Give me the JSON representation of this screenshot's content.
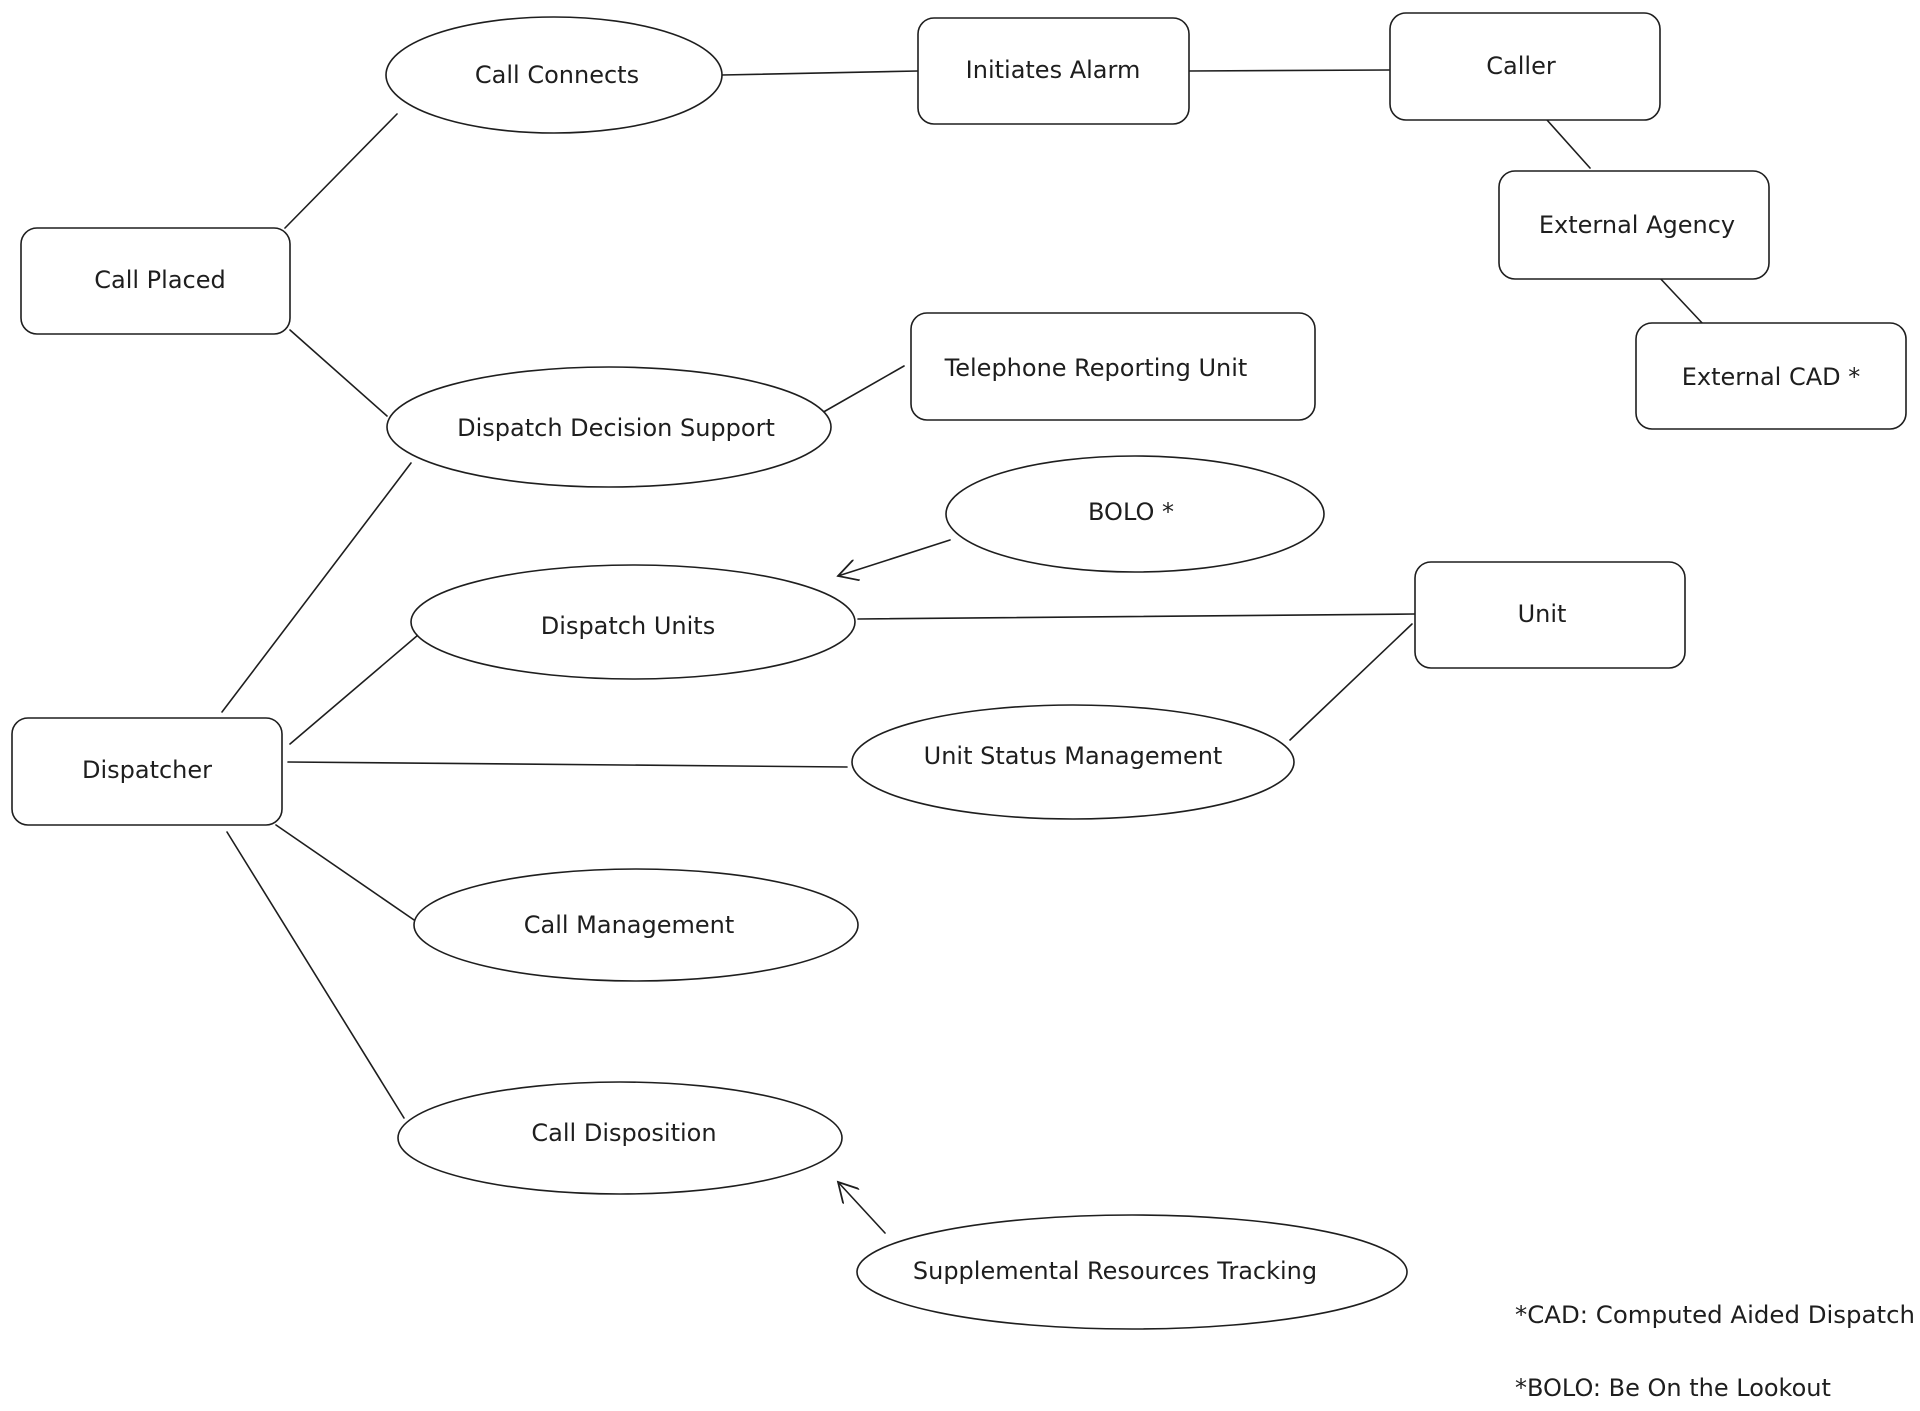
{
  "nodes": {
    "call_connects": "Call Connects",
    "initiates_alarm": "Initiates Alarm",
    "caller": "Caller",
    "call_placed": "Call Placed",
    "external_agency": "External Agency",
    "telephone_reporting_unit": "Telephone Reporting Unit",
    "external_cad": "External CAD *",
    "dispatch_decision_support": "Dispatch Decision Support",
    "bolo": "BOLO *",
    "dispatch_units": "Dispatch Units",
    "unit": "Unit",
    "dispatcher": "Dispatcher",
    "unit_status_management": "Unit Status Management",
    "call_management": "Call Management",
    "call_disposition": "Call Disposition",
    "supplemental_resources_tracking": "Supplemental Resources Tracking"
  },
  "notes": {
    "cad": "*CAD: Computed Aided Dispatch",
    "bolo": "*BOLO: Be On the Lookout"
  },
  "colors": {
    "stroke": "#1e1e1e",
    "background": "#ffffff"
  }
}
